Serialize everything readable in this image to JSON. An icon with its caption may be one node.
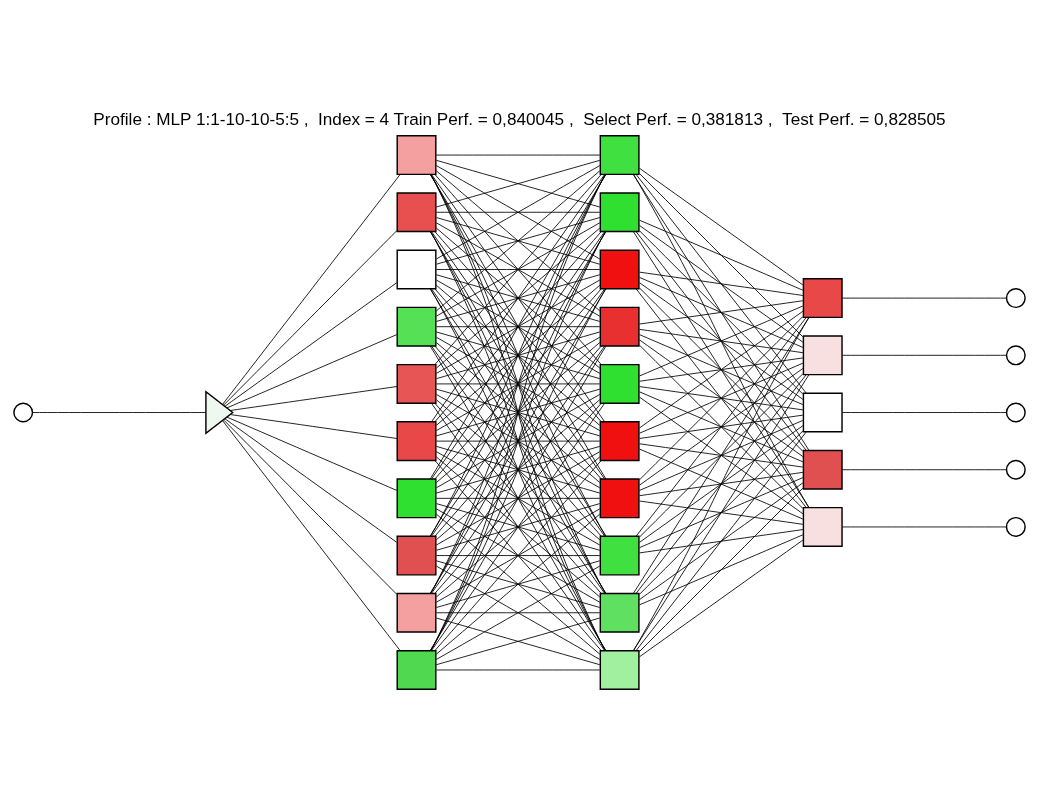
{
  "diagram": {
    "title": "Profile : MLP 1:1-10-10-5:5 ,  Index = 4 Train Perf. = 0,840045 ,  Select Perf. = 0,381813 ,  Test Perf. = 0,828505",
    "nodes": [
      {
        "text": [],
        "shape": "circle"
      },
      {
        "text": [],
        "shape": "triangle"
      },
      {
        "text": [],
        "shape": "box"
      },
      {
        "text": [],
        "shape": "box"
      },
      {
        "text": [],
        "shape": "box"
      },
      {
        "text": [],
        "shape": "box"
      },
      {
        "text": [],
        "shape": "box"
      },
      {
        "text": [],
        "shape": "box"
      },
      {
        "text": [],
        "shape": "box"
      },
      {
        "text": [],
        "shape": "box"
      },
      {
        "text": [],
        "shape": "box"
      },
      {
        "text": [],
        "shape": "box"
      },
      {
        "text": [],
        "shape": "box"
      },
      {
        "text": [],
        "shape": "box"
      },
      {
        "text": [],
        "shape": "box"
      },
      {
        "text": [],
        "shape": "box"
      },
      {
        "text": [],
        "shape": "box"
      },
      {
        "text": [],
        "shape": "box"
      },
      {
        "text": [],
        "shape": "box"
      },
      {
        "text": [],
        "shape": "box"
      },
      {
        "text": [],
        "shape": "box"
      },
      {
        "text": [],
        "shape": "box"
      },
      {
        "text": [],
        "shape": "box"
      },
      {
        "text": [],
        "shape": "box"
      },
      {
        "text": [],
        "shape": "box"
      },
      {
        "text": [],
        "shape": "box"
      },
      {
        "text": [],
        "shape": "box"
      },
      {
        "text": [],
        "shape": "circle"
      },
      {
        "text": [],
        "shape": "circle"
      },
      {
        "text": [],
        "shape": "circle"
      },
      {
        "text": [],
        "shape": "circle"
      },
      {
        "text": [],
        "shape": "circle"
      }
    ],
    "edges": [
      {
        "from": 0,
        "to": 1,
        "arrow": "none"
      },
      {
        "from": 1,
        "to": 2,
        "arrow": "none"
      },
      {
        "from": 1,
        "to": 3,
        "arrow": "none"
      },
      {
        "from": 1,
        "to": 4,
        "arrow": "none"
      },
      {
        "from": 1,
        "to": 5,
        "arrow": "none"
      },
      {
        "from": 1,
        "to": 6,
        "arrow": "none"
      },
      {
        "from": 1,
        "to": 7,
        "arrow": "none"
      },
      {
        "from": 1,
        "to": 8,
        "arrow": "none"
      },
      {
        "from": 1,
        "to": 9,
        "arrow": "none"
      },
      {
        "from": 1,
        "to": 10,
        "arrow": "none"
      },
      {
        "from": 1,
        "to": 11,
        "arrow": "none"
      },
      {
        "from": 2,
        "to": 12,
        "arrow": "none"
      },
      {
        "from": 2,
        "to": 13,
        "arrow": "none"
      },
      {
        "from": 2,
        "to": 14,
        "arrow": "none"
      },
      {
        "from": 2,
        "to": 15,
        "arrow": "none"
      },
      {
        "from": 2,
        "to": 16,
        "arrow": "none"
      },
      {
        "from": 2,
        "to": 17,
        "arrow": "none"
      },
      {
        "from": 2,
        "to": 18,
        "arrow": "none"
      },
      {
        "from": 2,
        "to": 19,
        "arrow": "none"
      },
      {
        "from": 2,
        "to": 20,
        "arrow": "none"
      },
      {
        "from": 2,
        "to": 21,
        "arrow": "none"
      },
      {
        "from": 3,
        "to": 12,
        "arrow": "none"
      },
      {
        "from": 3,
        "to": 13,
        "arrow": "none"
      },
      {
        "from": 3,
        "to": 14,
        "arrow": "none"
      },
      {
        "from": 3,
        "to": 15,
        "arrow": "none"
      },
      {
        "from": 3,
        "to": 16,
        "arrow": "none"
      },
      {
        "from": 3,
        "to": 17,
        "arrow": "none"
      },
      {
        "from": 3,
        "to": 18,
        "arrow": "none"
      },
      {
        "from": 3,
        "to": 19,
        "arrow": "none"
      },
      {
        "from": 3,
        "to": 20,
        "arrow": "none"
      },
      {
        "from": 3,
        "to": 21,
        "arrow": "none"
      },
      {
        "from": 4,
        "to": 12,
        "arrow": "none"
      },
      {
        "from": 4,
        "to": 13,
        "arrow": "none"
      },
      {
        "from": 4,
        "to": 14,
        "arrow": "none"
      },
      {
        "from": 4,
        "to": 15,
        "arrow": "none"
      },
      {
        "from": 4,
        "to": 16,
        "arrow": "none"
      },
      {
        "from": 4,
        "to": 17,
        "arrow": "none"
      },
      {
        "from": 4,
        "to": 18,
        "arrow": "none"
      },
      {
        "from": 4,
        "to": 19,
        "arrow": "none"
      },
      {
        "from": 4,
        "to": 20,
        "arrow": "none"
      },
      {
        "from": 4,
        "to": 21,
        "arrow": "none"
      },
      {
        "from": 5,
        "to": 12,
        "arrow": "none"
      },
      {
        "from": 5,
        "to": 13,
        "arrow": "none"
      },
      {
        "from": 5,
        "to": 14,
        "arrow": "none"
      },
      {
        "from": 5,
        "to": 15,
        "arrow": "none"
      },
      {
        "from": 5,
        "to": 16,
        "arrow": "none"
      },
      {
        "from": 5,
        "to": 17,
        "arrow": "none"
      },
      {
        "from": 5,
        "to": 18,
        "arrow": "none"
      },
      {
        "from": 5,
        "to": 19,
        "arrow": "none"
      },
      {
        "from": 5,
        "to": 20,
        "arrow": "none"
      },
      {
        "from": 5,
        "to": 21,
        "arrow": "none"
      },
      {
        "from": 6,
        "to": 12,
        "arrow": "none"
      },
      {
        "from": 6,
        "to": 13,
        "arrow": "none"
      },
      {
        "from": 6,
        "to": 14,
        "arrow": "none"
      },
      {
        "from": 6,
        "to": 15,
        "arrow": "none"
      },
      {
        "from": 6,
        "to": 16,
        "arrow": "none"
      },
      {
        "from": 6,
        "to": 17,
        "arrow": "none"
      },
      {
        "from": 6,
        "to": 18,
        "arrow": "none"
      },
      {
        "from": 6,
        "to": 19,
        "arrow": "none"
      },
      {
        "from": 6,
        "to": 20,
        "arrow": "none"
      },
      {
        "from": 6,
        "to": 21,
        "arrow": "none"
      },
      {
        "from": 7,
        "to": 12,
        "arrow": "none"
      },
      {
        "from": 7,
        "to": 13,
        "arrow": "none"
      },
      {
        "from": 7,
        "to": 14,
        "arrow": "none"
      },
      {
        "from": 7,
        "to": 15,
        "arrow": "none"
      },
      {
        "from": 7,
        "to": 16,
        "arrow": "none"
      },
      {
        "from": 7,
        "to": 17,
        "arrow": "none"
      },
      {
        "from": 7,
        "to": 18,
        "arrow": "none"
      },
      {
        "from": 7,
        "to": 19,
        "arrow": "none"
      },
      {
        "from": 7,
        "to": 20,
        "arrow": "none"
      },
      {
        "from": 7,
        "to": 21,
        "arrow": "none"
      },
      {
        "from": 8,
        "to": 12,
        "arrow": "none"
      },
      {
        "from": 8,
        "to": 13,
        "arrow": "none"
      },
      {
        "from": 8,
        "to": 14,
        "arrow": "none"
      },
      {
        "from": 8,
        "to": 15,
        "arrow": "none"
      },
      {
        "from": 8,
        "to": 16,
        "arrow": "none"
      },
      {
        "from": 8,
        "to": 17,
        "arrow": "none"
      },
      {
        "from": 8,
        "to": 18,
        "arrow": "none"
      },
      {
        "from": 8,
        "to": 19,
        "arrow": "none"
      },
      {
        "from": 8,
        "to": 20,
        "arrow": "none"
      },
      {
        "from": 8,
        "to": 21,
        "arrow": "none"
      },
      {
        "from": 9,
        "to": 12,
        "arrow": "none"
      },
      {
        "from": 9,
        "to": 13,
        "arrow": "none"
      },
      {
        "from": 9,
        "to": 14,
        "arrow": "none"
      },
      {
        "from": 9,
        "to": 15,
        "arrow": "none"
      },
      {
        "from": 9,
        "to": 16,
        "arrow": "none"
      },
      {
        "from": 9,
        "to": 17,
        "arrow": "none"
      },
      {
        "from": 9,
        "to": 18,
        "arrow": "none"
      },
      {
        "from": 9,
        "to": 19,
        "arrow": "none"
      },
      {
        "from": 9,
        "to": 20,
        "arrow": "none"
      },
      {
        "from": 9,
        "to": 21,
        "arrow": "none"
      },
      {
        "from": 10,
        "to": 12,
        "arrow": "none"
      },
      {
        "from": 10,
        "to": 13,
        "arrow": "none"
      },
      {
        "from": 10,
        "to": 14,
        "arrow": "none"
      },
      {
        "from": 10,
        "to": 15,
        "arrow": "none"
      },
      {
        "from": 10,
        "to": 16,
        "arrow": "none"
      },
      {
        "from": 10,
        "to": 17,
        "arrow": "none"
      },
      {
        "from": 10,
        "to": 18,
        "arrow": "none"
      },
      {
        "from": 10,
        "to": 19,
        "arrow": "none"
      },
      {
        "from": 10,
        "to": 20,
        "arrow": "none"
      },
      {
        "from": 10,
        "to": 21,
        "arrow": "none"
      },
      {
        "from": 11,
        "to": 12,
        "arrow": "none"
      },
      {
        "from": 11,
        "to": 13,
        "arrow": "none"
      },
      {
        "from": 11,
        "to": 14,
        "arrow": "none"
      },
      {
        "from": 11,
        "to": 15,
        "arrow": "none"
      },
      {
        "from": 11,
        "to": 16,
        "arrow": "none"
      },
      {
        "from": 11,
        "to": 17,
        "arrow": "none"
      },
      {
        "from": 11,
        "to": 18,
        "arrow": "none"
      },
      {
        "from": 11,
        "to": 19,
        "arrow": "none"
      },
      {
        "from": 11,
        "to": 20,
        "arrow": "none"
      },
      {
        "from": 11,
        "to": 21,
        "arrow": "none"
      },
      {
        "from": 12,
        "to": 22,
        "arrow": "none"
      },
      {
        "from": 12,
        "to": 23,
        "arrow": "none"
      },
      {
        "from": 12,
        "to": 24,
        "arrow": "none"
      },
      {
        "from": 12,
        "to": 25,
        "arrow": "none"
      },
      {
        "from": 12,
        "to": 26,
        "arrow": "none"
      },
      {
        "from": 13,
        "to": 22,
        "arrow": "none"
      },
      {
        "from": 13,
        "to": 23,
        "arrow": "none"
      },
      {
        "from": 13,
        "to": 24,
        "arrow": "none"
      },
      {
        "from": 13,
        "to": 25,
        "arrow": "none"
      },
      {
        "from": 13,
        "to": 26,
        "arrow": "none"
      },
      {
        "from": 14,
        "to": 22,
        "arrow": "none"
      },
      {
        "from": 14,
        "to": 23,
        "arrow": "none"
      },
      {
        "from": 14,
        "to": 24,
        "arrow": "none"
      },
      {
        "from": 14,
        "to": 25,
        "arrow": "none"
      },
      {
        "from": 14,
        "to": 26,
        "arrow": "none"
      },
      {
        "from": 15,
        "to": 22,
        "arrow": "none"
      },
      {
        "from": 15,
        "to": 23,
        "arrow": "none"
      },
      {
        "from": 15,
        "to": 24,
        "arrow": "none"
      },
      {
        "from": 15,
        "to": 25,
        "arrow": "none"
      },
      {
        "from": 15,
        "to": 26,
        "arrow": "none"
      },
      {
        "from": 16,
        "to": 22,
        "arrow": "none"
      },
      {
        "from": 16,
        "to": 23,
        "arrow": "none"
      },
      {
        "from": 16,
        "to": 24,
        "arrow": "none"
      },
      {
        "from": 16,
        "to": 25,
        "arrow": "none"
      },
      {
        "from": 16,
        "to": 26,
        "arrow": "none"
      },
      {
        "from": 17,
        "to": 22,
        "arrow": "none"
      },
      {
        "from": 17,
        "to": 23,
        "arrow": "none"
      },
      {
        "from": 17,
        "to": 24,
        "arrow": "none"
      },
      {
        "from": 17,
        "to": 25,
        "arrow": "none"
      },
      {
        "from": 17,
        "to": 26,
        "arrow": "none"
      },
      {
        "from": 18,
        "to": 22,
        "arrow": "none"
      },
      {
        "from": 18,
        "to": 23,
        "arrow": "none"
      },
      {
        "from": 18,
        "to": 24,
        "arrow": "none"
      },
      {
        "from": 18,
        "to": 25,
        "arrow": "none"
      },
      {
        "from": 18,
        "to": 26,
        "arrow": "none"
      },
      {
        "from": 19,
        "to": 22,
        "arrow": "none"
      },
      {
        "from": 19,
        "to": 23,
        "arrow": "none"
      },
      {
        "from": 19,
        "to": 24,
        "arrow": "none"
      },
      {
        "from": 19,
        "to": 25,
        "arrow": "none"
      },
      {
        "from": 19,
        "to": 26,
        "arrow": "none"
      },
      {
        "from": 20,
        "to": 22,
        "arrow": "none"
      },
      {
        "from": 20,
        "to": 23,
        "arrow": "none"
      },
      {
        "from": 20,
        "to": 24,
        "arrow": "none"
      },
      {
        "from": 20,
        "to": 25,
        "arrow": "none"
      },
      {
        "from": 20,
        "to": 26,
        "arrow": "none"
      },
      {
        "from": 21,
        "to": 22,
        "arrow": "none"
      },
      {
        "from": 21,
        "to": 23,
        "arrow": "none"
      },
      {
        "from": 21,
        "to": 24,
        "arrow": "none"
      },
      {
        "from": 21,
        "to": 25,
        "arrow": "none"
      },
      {
        "from": 21,
        "to": 26,
        "arrow": "none"
      },
      {
        "from": 22,
        "to": 27,
        "arrow": "none"
      },
      {
        "from": 23,
        "to": 28,
        "arrow": "none"
      },
      {
        "from": 24,
        "to": 29,
        "arrow": "none"
      },
      {
        "from": 25,
        "to": 30,
        "arrow": "none"
      },
      {
        "from": 26,
        "to": 31,
        "arrow": "none"
      }
    ]
  }
}
